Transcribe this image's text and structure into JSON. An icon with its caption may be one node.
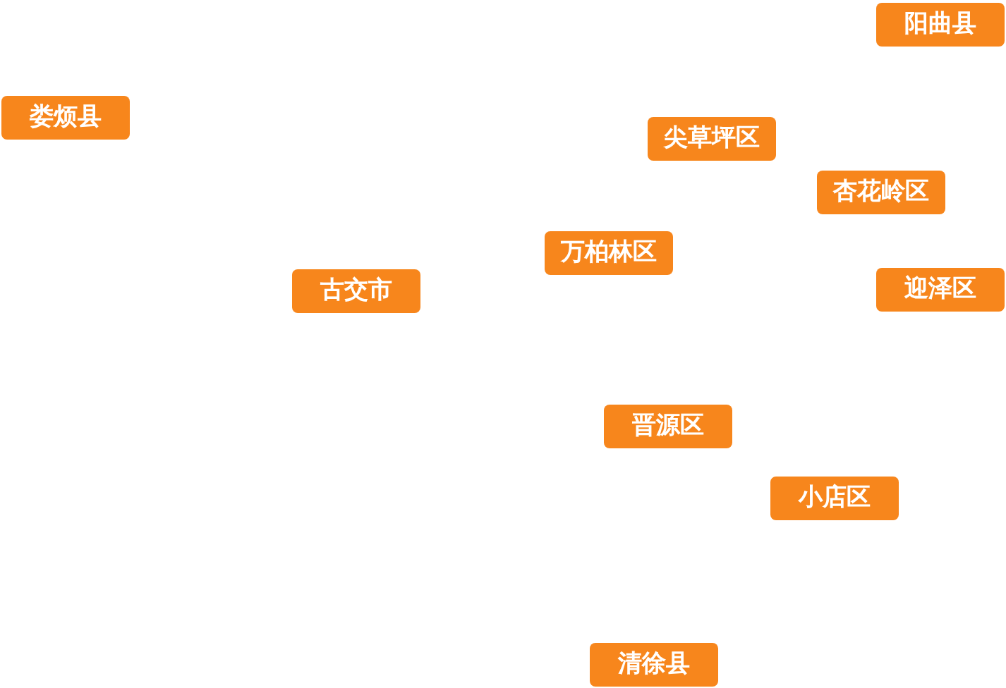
{
  "diagram": {
    "nodes": [
      {
        "text": [
          "阳曲县"
        ]
      },
      {
        "text": [
          "娄烦县"
        ]
      },
      {
        "text": [
          "尖草坪区"
        ]
      },
      {
        "text": [
          "杏花岭区"
        ]
      },
      {
        "text": [
          "万柏林区"
        ]
      },
      {
        "text": [
          "古交市"
        ]
      },
      {
        "text": [
          "迎泽区"
        ]
      },
      {
        "text": [
          "晋源区"
        ]
      },
      {
        "text": [
          "小店区"
        ]
      },
      {
        "text": [
          "清徐县"
        ]
      }
    ]
  }
}
